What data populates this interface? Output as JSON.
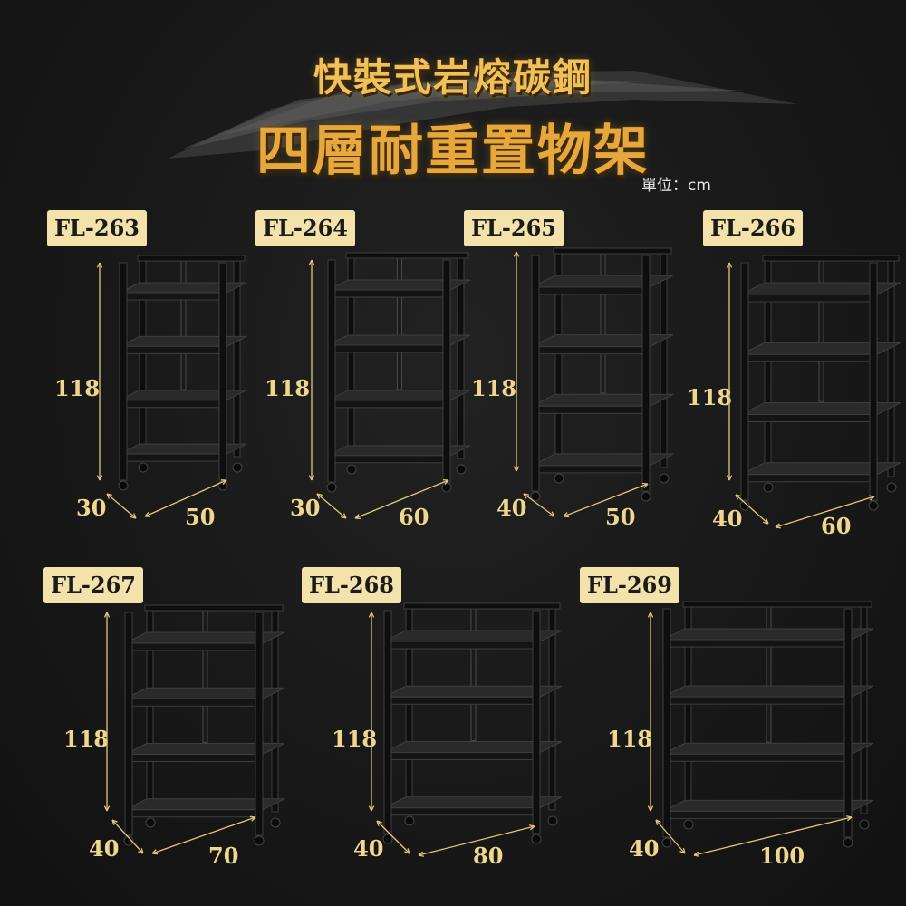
{
  "header": {
    "title_line1": "快裝式岩熔碳鋼",
    "title_line2": "四層耐重置物架",
    "unit": "單位：cm"
  },
  "colors": {
    "gold": "#e6a73c",
    "label_bg": "#f3e2aa",
    "dim_text": "#efd78e",
    "background": "#181818"
  },
  "products": [
    {
      "model": "FL-263",
      "height": "118",
      "depth": "30",
      "width": "50"
    },
    {
      "model": "FL-264",
      "height": "118",
      "depth": "30",
      "width": "60"
    },
    {
      "model": "FL-265",
      "height": "118",
      "depth": "40",
      "width": "50"
    },
    {
      "model": "FL-266",
      "height": "118",
      "depth": "40",
      "width": "60"
    },
    {
      "model": "FL-267",
      "height": "118",
      "depth": "40",
      "width": "70"
    },
    {
      "model": "FL-268",
      "height": "118",
      "depth": "40",
      "width": "80"
    },
    {
      "model": "FL-269",
      "height": "118",
      "depth": "40",
      "width": "100"
    }
  ]
}
